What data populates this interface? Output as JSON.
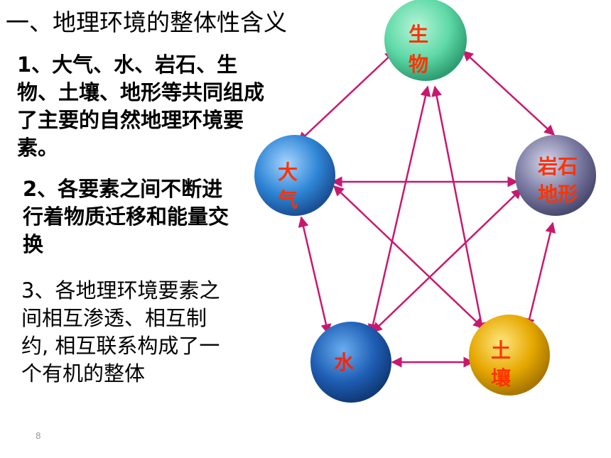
{
  "title": "一、地理环境的整体性含义",
  "paragraphs": {
    "p1": "1、大气、水、岩石、生物、土壤、地形等共同组成了主要的自然地理环境要素。",
    "p2": "2、各要素之间不断进行着物质迁移和能量交换",
    "p3": "3、各地理环境要素之间相互渗透、相互制约, 相互联系构成了一个有机的整体"
  },
  "nodes": {
    "bio": {
      "line1": "生",
      "line2": "物"
    },
    "air": {
      "line1": "大",
      "line2": "气"
    },
    "rock": {
      "line1": "岩石",
      "line2": "地形"
    },
    "water": {
      "line1": "水"
    },
    "soil": {
      "line1": "土",
      "line2": "壤"
    }
  },
  "colors": {
    "arrow": "#c8186e",
    "label": "#ff3300",
    "bio": "#5fd9a8",
    "air": "#2f86d6",
    "rock": "#7b7ba3",
    "water": "#1f5fb5",
    "soil": "#e6a800"
  },
  "page_number": "8"
}
